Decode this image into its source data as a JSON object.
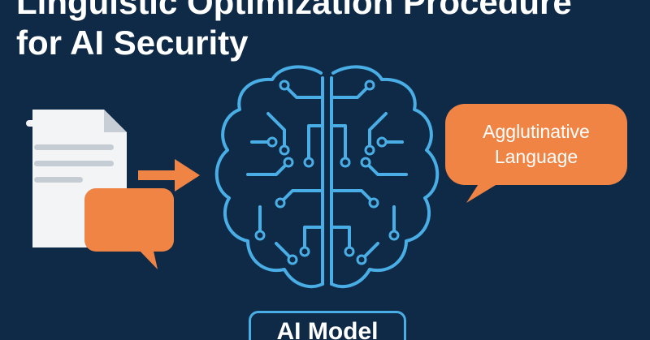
{
  "title": {
    "line1": "Linguistic Optimization Procedure",
    "line2": "for AI Security"
  },
  "speech_bubble": {
    "line1": "Agglutinative",
    "line2": "Language"
  },
  "model_box": {
    "label": "AI Model"
  },
  "icons": {
    "document": "document-icon",
    "chat": "chat-bubble-icon",
    "arrow": "arrow-right-icon",
    "brain": "circuit-brain-icon"
  },
  "colors": {
    "background": "#0f2a47",
    "accent_orange": "#f08444",
    "accent_blue": "#4aaee6",
    "text": "#ffffff"
  }
}
